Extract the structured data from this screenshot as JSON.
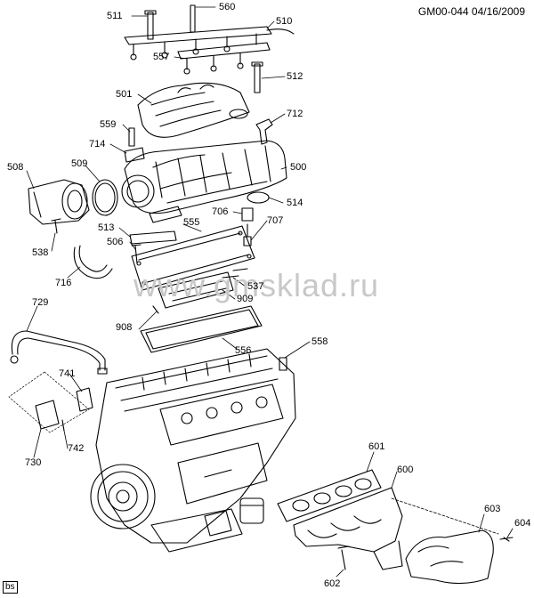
{
  "header": {
    "diagram_code": "GM00-044 04/16/2009"
  },
  "watermark": "www.gmsklad.ru",
  "corner_tag": "bs",
  "callouts": [
    "511",
    "560",
    "510",
    "557",
    "512",
    "501",
    "712",
    "559",
    "714",
    "508",
    "509",
    "500",
    "514",
    "706",
    "707",
    "513",
    "555",
    "538",
    "506",
    "716",
    "537",
    "909",
    "908",
    "556",
    "729",
    "558",
    "741",
    "730",
    "742",
    "601",
    "600",
    "603",
    "604",
    "602"
  ],
  "colors": {
    "line": "#000000",
    "watermark": "#c8c8c8",
    "background": "#ffffff"
  }
}
